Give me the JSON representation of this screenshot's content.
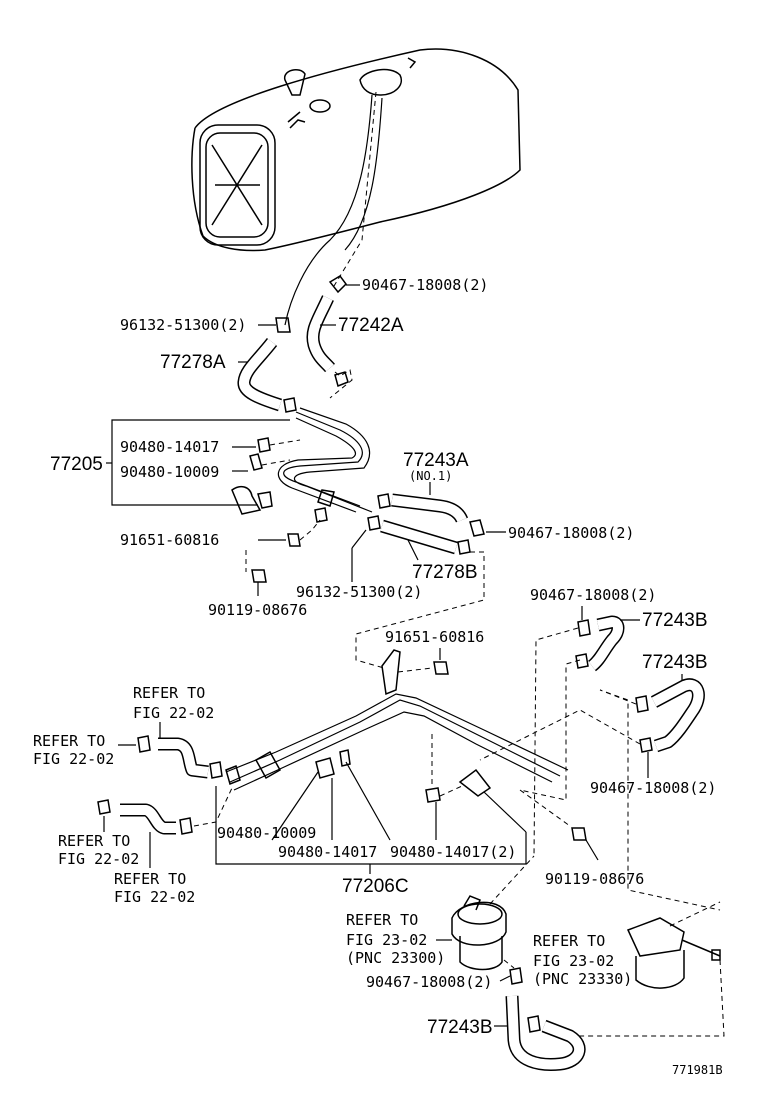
{
  "labels": {
    "p90467_top": "90467-18008(2)",
    "p96132_top": "96132-51300(2)",
    "p77242A": "77242A",
    "p77278A": "77278A",
    "p90480_14017_a": "90480-14017",
    "p77205": "77205",
    "p90480_10009_a": "90480-10009",
    "p77243A": "77243A",
    "p77243A_note": "(NO.1)",
    "p90467_mid": "90467-18008(2)",
    "p91651_a": "91651-60816",
    "p77278B": "77278B",
    "p96132_mid": "96132-51300(2)",
    "p90119_a": "90119-08676",
    "p90467_right": "90467-18008(2)",
    "p77243B_a": "77243B",
    "p91651_b": "91651-60816",
    "p77243B_b": "77243B",
    "refer_a_1": "REFER TO",
    "refer_a_2": "FIG 22-02",
    "refer_b_1": "REFER TO",
    "refer_b_2": "FIG 22-02",
    "p90467_right2": "90467-18008(2)",
    "refer_c_1": "REFER TO",
    "refer_c_2": "FIG 22-02",
    "refer_d_1": "REFER TO",
    "refer_d_2": "FIG 22-02",
    "p90480_10009_b": "90480-10009",
    "p90480_14017_b": "90480-14017",
    "p90480_14017_c": "90480-14017(2)",
    "p90119_b": "90119-08676",
    "p77206C": "77206C",
    "refer_e_1": "REFER TO",
    "refer_e_2": "FIG 23-02",
    "refer_e_3": "(PNC 23300)",
    "refer_f_1": "REFER TO",
    "refer_f_2": "FIG 23-02",
    "refer_f_3": "(PNC 23330)",
    "p90467_bottom": "90467-18008(2)",
    "p77243B_c": "77243B",
    "diagram_id": "771981B"
  }
}
